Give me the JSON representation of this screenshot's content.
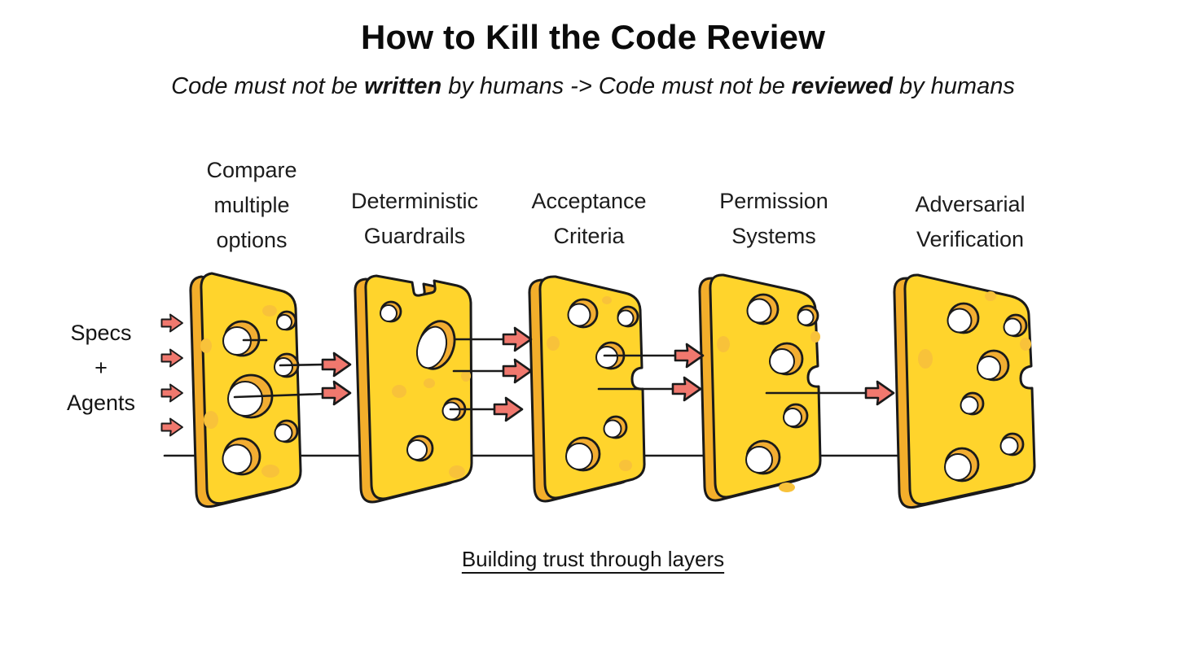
{
  "header": {
    "title": "How to Kill the Code Review",
    "subtitle": {
      "lead": "Code must not be ",
      "bold1": "written",
      "mid": " by humans -> Code must not be ",
      "bold2": "reviewed",
      "tail": " by humans"
    }
  },
  "input": {
    "label": "Specs\n+\nAgents"
  },
  "stages": [
    {
      "label": "Compare\nmultiple\noptions"
    },
    {
      "label": "Deterministic\nGuardrails"
    },
    {
      "label": "Acceptance\nCriteria"
    },
    {
      "label": "Permission\nSystems"
    },
    {
      "label": "Adversarial\nVerification"
    }
  ],
  "caption": "Building trust through layers",
  "colors": {
    "cheese_face": "#FFD42C",
    "cheese_side": "#F3AE2B",
    "cheese_spot": "#F8C23A",
    "hole_shade": "#F2AD32",
    "arrow_fill": "#F0786E",
    "outline": "#1A1A1A"
  }
}
